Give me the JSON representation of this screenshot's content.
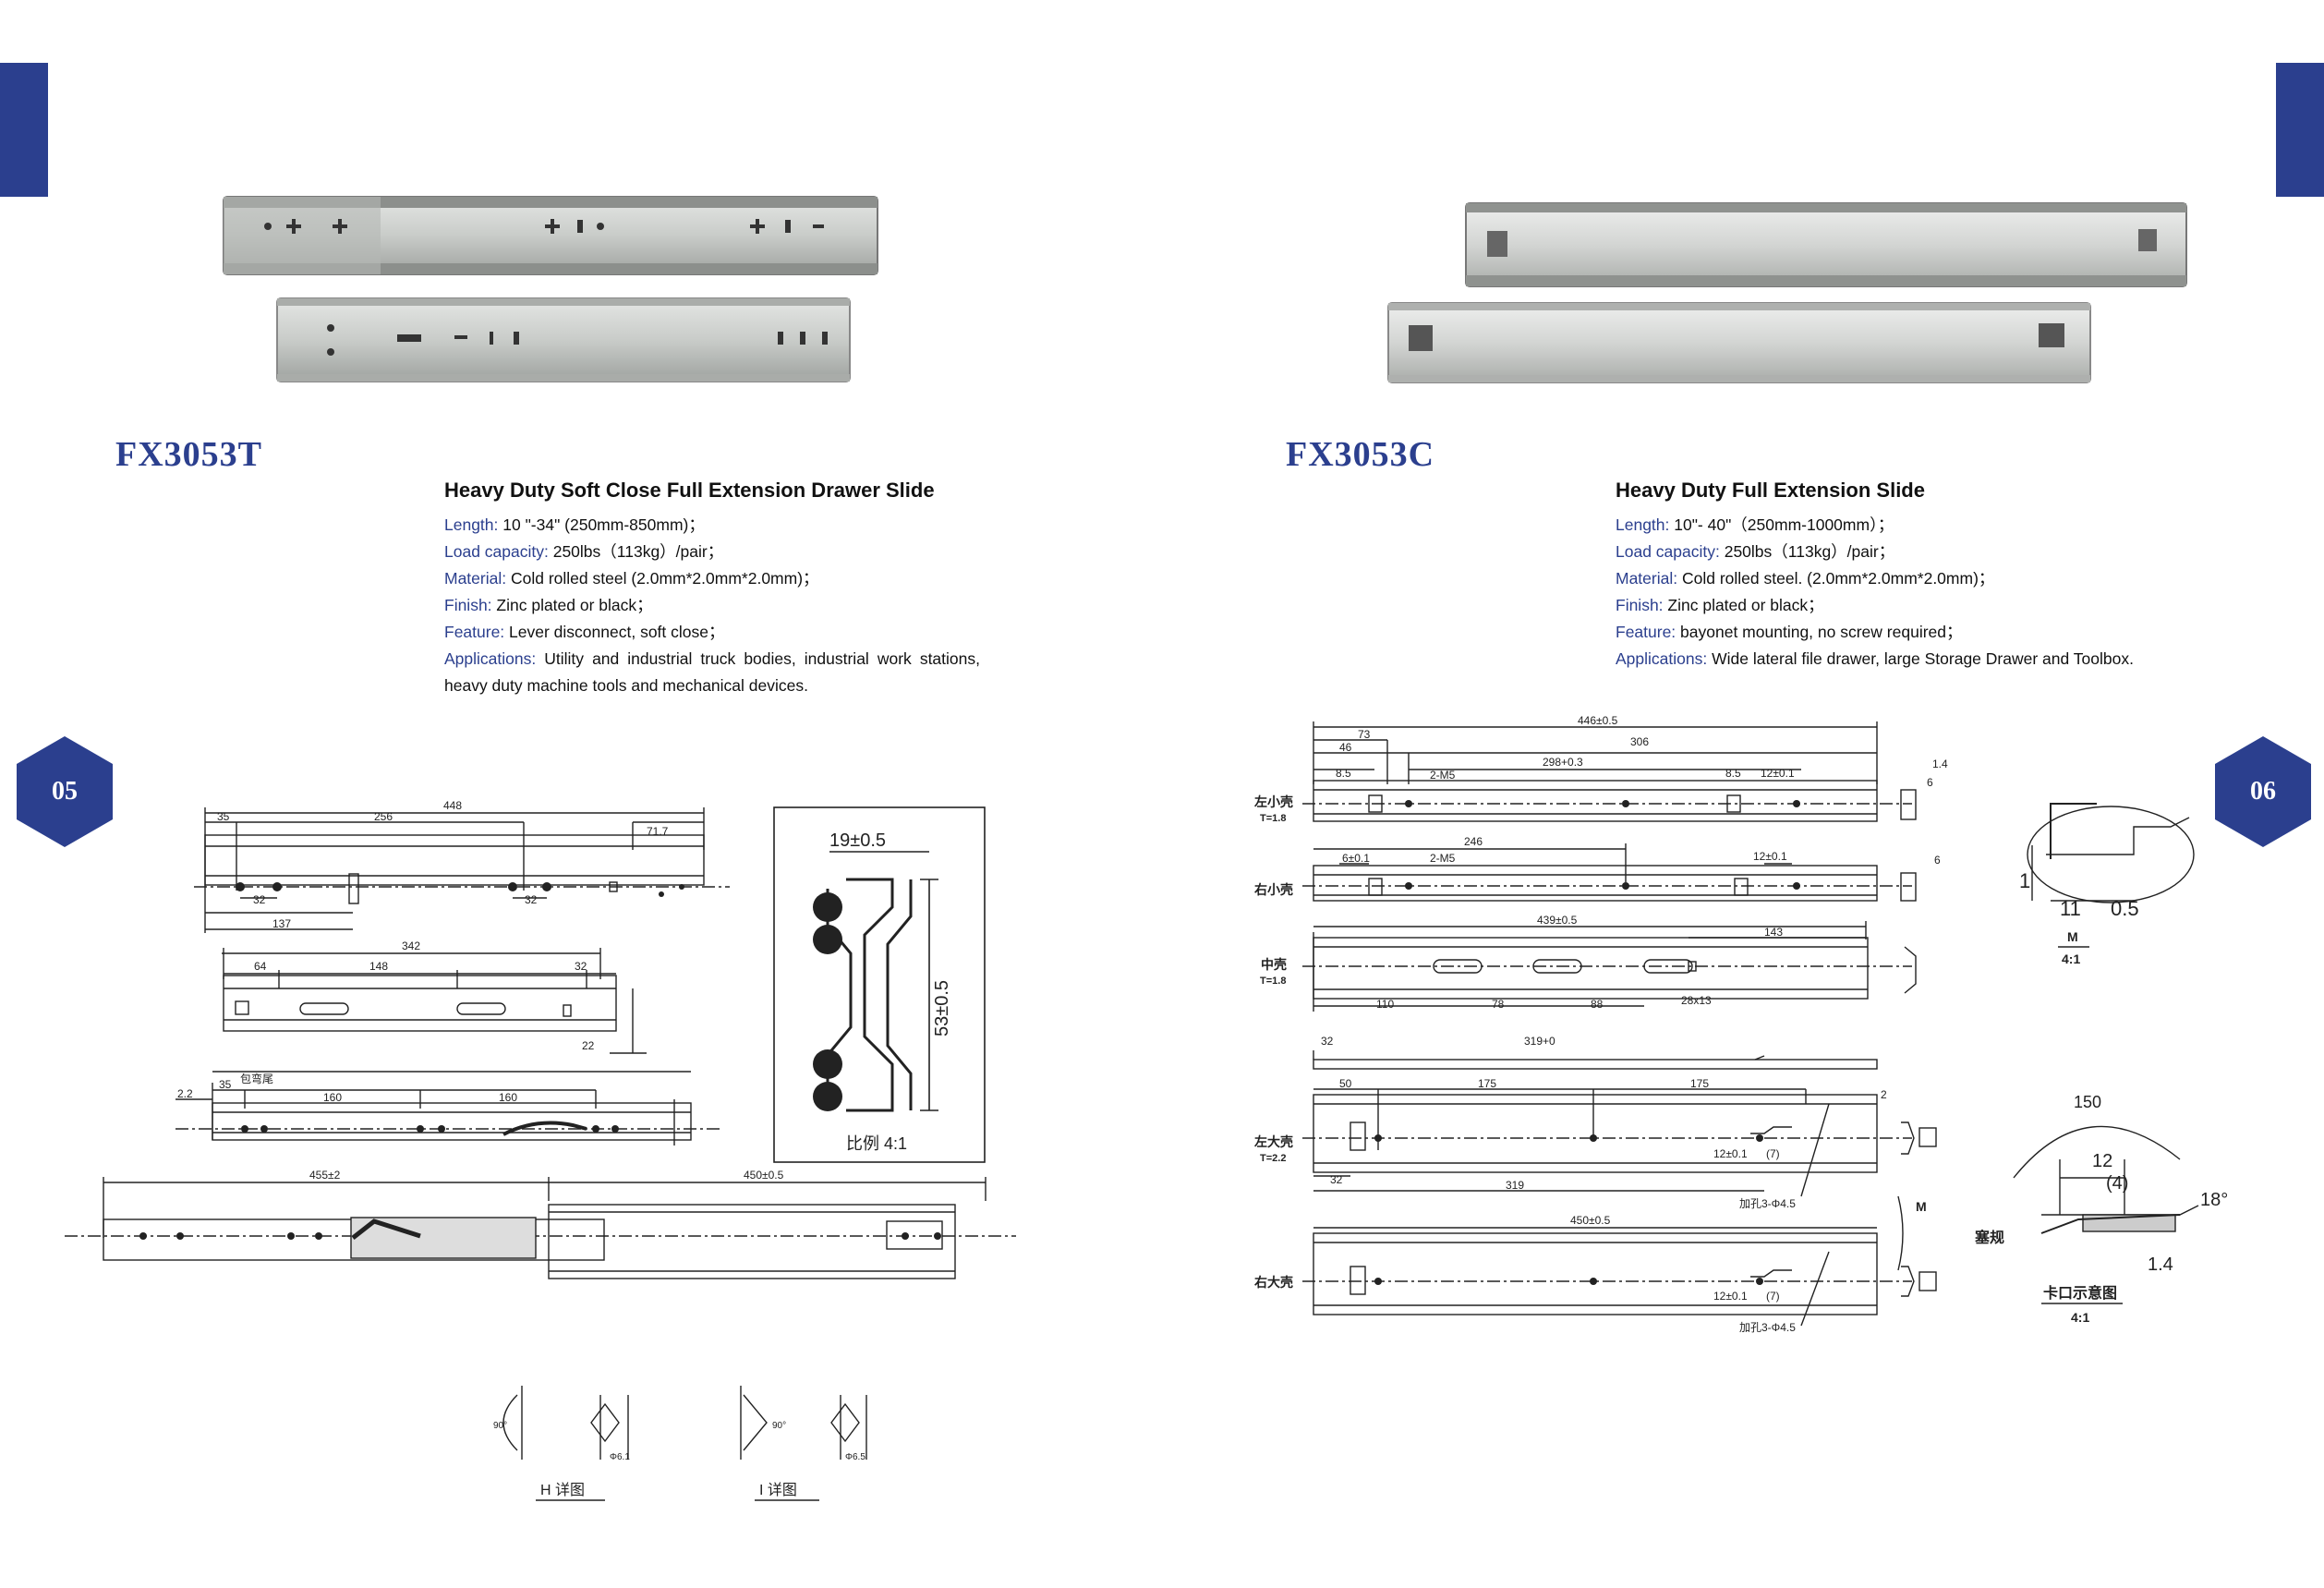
{
  "colors": {
    "brand": "#2b3f8e",
    "text": "#111111",
    "line": "#222222"
  },
  "left_page": {
    "page_number": "05",
    "model": "FX3053T",
    "title": "Heavy Duty Soft Close Full Extension Drawer Slide",
    "specs": [
      {
        "label": "Length:",
        "value": " 10 \"-34\" (250mm-850mm)；"
      },
      {
        "label": "Load capacity:",
        "value": " 250lbs（113kg）/pair；"
      },
      {
        "label": "Material:",
        "value": " Cold rolled steel (2.0mm*2.0mm*2.0mm)；"
      },
      {
        "label": "Finish:",
        "value": " Zinc plated or black；"
      },
      {
        "label": "Feature:",
        "value": " Lever disconnect, soft close；"
      },
      {
        "label": "Applications:",
        "value": " Utility and industrial truck bodies, industrial work stations, heavy duty machine tools and mechanical devices."
      }
    ],
    "dims": {
      "d448": "448",
      "d35": "35",
      "d256": "256",
      "d71_7": "71.7",
      "d32a": "32",
      "d32b": "32",
      "d137": "137",
      "d342": "342",
      "d64": "64",
      "d148": "148",
      "d32c": "32",
      "d22": "22",
      "d2_2": "2.2",
      "d35b": "35",
      "bend_tail": "包弯尾",
      "d160a": "160",
      "d160b": "160",
      "d455": "455±2",
      "d450": "450±0.5",
      "d19": "19±0.5",
      "d53": "53±0.5",
      "scale": "比例 4:1",
      "detail_h": "H 详图",
      "detail_i": "I 详图",
      "angle90a": "90°",
      "angle90b": "90°",
      "hole_h": "Φ6.1",
      "hole_i": "Φ6.5"
    }
  },
  "right_page": {
    "page_number": "06",
    "model": "FX3053C",
    "title": "Heavy Duty Full Extension Slide",
    "specs": [
      {
        "label": "Length:",
        "value": " 10\"- 40\"（250mm-1000mm）；"
      },
      {
        "label": "Load capacity:",
        "value": " 250lbs（113kg）/pair；"
      },
      {
        "label": "Material:",
        "value": " Cold rolled steel. (2.0mm*2.0mm*2.0mm)；"
      },
      {
        "label": "Finish:",
        "value": " Zinc plated or black；"
      },
      {
        "label": "Feature:",
        "value": " bayonet mounting, no screw required；"
      },
      {
        "label": "Applications:",
        "value": " Wide lateral file drawer, large Storage Drawer and Toolbox."
      }
    ],
    "dims": {
      "left_small": "左小壳",
      "t18a": "T=1.8",
      "right_small": "右小壳",
      "middle": "中壳",
      "t18b": "T=1.8",
      "left_large": "左大壳",
      "t22": "T=2.2",
      "right_large": "右大壳",
      "d446": "446±0.5",
      "d73": "73",
      "d46": "46",
      "d306": "306",
      "d298": "298+0.3",
      "d8_5a": "8.5",
      "d8_5b": "8.5",
      "d12a": "12±0.1",
      "m5a": "2-M5",
      "d1_4": "1.4",
      "d6a": "6",
      "d246": "246",
      "d6_0_1": "6±0.1",
      "m5b": "2-M5",
      "d12b": "12±0.1",
      "d6b": "6",
      "d439": "439±0.5",
      "d143": "143",
      "d110": "110",
      "d78": "78",
      "d88": "88",
      "d28x13": "28x13",
      "d32a": "32",
      "d319top": "319+0",
      "d50": "50",
      "d175a": "175",
      "d175b": "175",
      "d2": "2",
      "d12c": "12±0.1",
      "d7a": "(7)",
      "d32b": "32",
      "d319": "319",
      "add_hole_a": "加孔3-Φ4.5",
      "d450": "450±0.5",
      "d12d": "12±0.1",
      "d7b": "(7)",
      "add_hole_b": "加孔3-Φ4.5",
      "m_label_a": "M",
      "scale_a": "4:1",
      "d11": "11",
      "d0_5": "0.5",
      "d1": "1",
      "m_label_b": "M",
      "d150": "150",
      "d12e": "12",
      "d4": "(4)",
      "d18": "18°",
      "d1_4b": "1.4",
      "sealing": "塞规",
      "clip_label": "卡口示意图",
      "scale_b": "4:1"
    }
  }
}
